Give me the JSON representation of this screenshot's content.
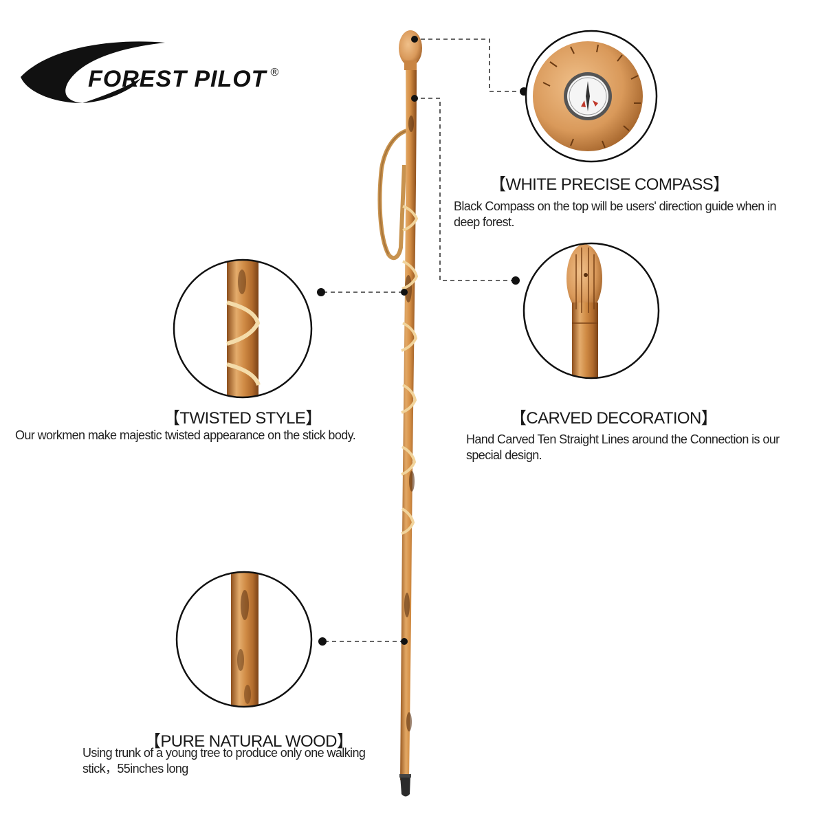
{
  "brand": {
    "name": "FOREST PILOT",
    "registered_mark": "®"
  },
  "features": [
    {
      "title": "【WHITE PRECISE COMPASS】",
      "description": "Black Compass on the top will be users' direction guide when in deep forest."
    },
    {
      "title": "【TWISTED STYLE】",
      "description": "Our workmen make majestic twisted appearance on the stick body."
    },
    {
      "title": "【CARVED DECORATION】",
      "description": "Hand Carved Ten Straight Lines around the Connection is our special design."
    },
    {
      "title": "【PURE NATURAL WOOD】",
      "description": "Using trunk of a young tree to produce only one walking stick，55inches long"
    }
  ]
}
